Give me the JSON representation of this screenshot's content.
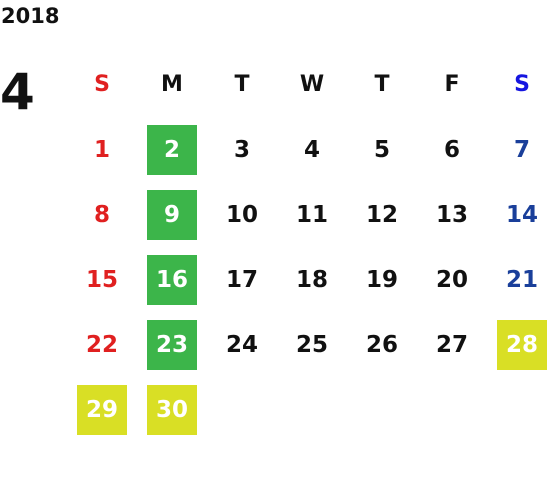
{
  "year": "2018",
  "month": "4",
  "weekdays": [
    "S",
    "M",
    "T",
    "W",
    "T",
    "F",
    "S"
  ],
  "weeks": [
    [
      "1",
      "2",
      "3",
      "4",
      "5",
      "6",
      "7"
    ],
    [
      "8",
      "9",
      "10",
      "11",
      "12",
      "13",
      "14"
    ],
    [
      "15",
      "16",
      "17",
      "18",
      "19",
      "20",
      "21"
    ],
    [
      "22",
      "23",
      "24",
      "25",
      "26",
      "27",
      "28"
    ],
    [
      "29",
      "30",
      "",
      "",
      "",
      "",
      ""
    ]
  ],
  "colors": {
    "sunday": "#e02020",
    "saturday": "#1a3f9a",
    "monday_highlight": "#3cb54a",
    "holiday_highlight": "#d9df25"
  }
}
